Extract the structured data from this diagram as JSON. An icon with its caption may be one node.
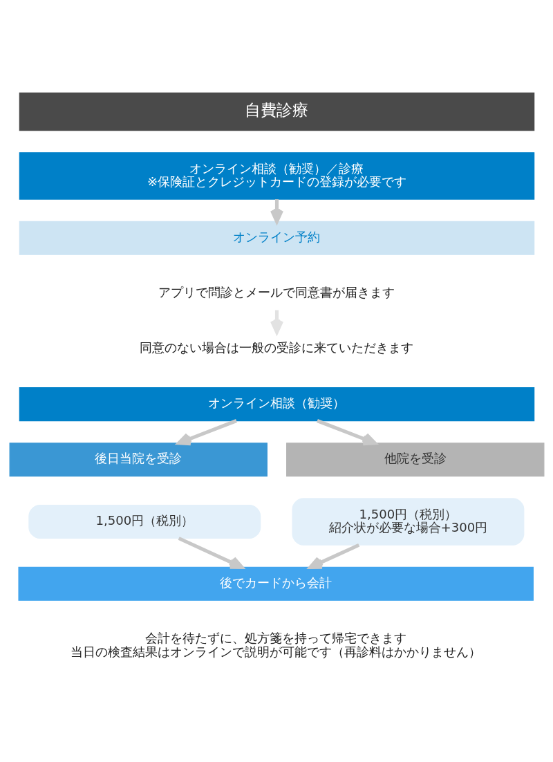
{
  "diagram": {
    "title": "自費診療",
    "nodes": [
      {
        "text": [
          "オンライン相談（勧奨）／診療",
          "※保険証とクレジットカードの登録が必要です"
        ]
      },
      {
        "text": [
          "オンライン予約"
        ]
      },
      {
        "text": [
          "アプリで問診とメールで同意書が届きます"
        ]
      },
      {
        "text": [
          "同意のない場合は一般の受診に来ていただきます"
        ]
      },
      {
        "text": [
          "オンライン相談（勧奨）"
        ]
      },
      {
        "text": [
          "後日当院を受診"
        ]
      },
      {
        "text": [
          "他院を受診"
        ]
      },
      {
        "text": [
          "1,500円（税別）"
        ]
      },
      {
        "text": [
          "1,500円（税別）",
          "紹介状が必要な場合+300円"
        ]
      },
      {
        "text": [
          "後でカードから会計"
        ]
      }
    ],
    "edges": [
      {
        "from": 0,
        "to": 1,
        "arrow": "to"
      },
      {
        "from": 2,
        "to": 3,
        "arrow": "to",
        "color": "#e2e2e2"
      },
      {
        "from": 4,
        "to": 5,
        "arrow": "to"
      },
      {
        "from": 4,
        "to": 6,
        "arrow": "to"
      },
      {
        "from": 7,
        "to": 9,
        "arrow": "to"
      },
      {
        "from": 8,
        "to": 9,
        "arrow": "to"
      }
    ],
    "labels": [
      "会計を待たずに、処方箋を持って帰宅できます",
      "当日の検査結果はオンラインで説明が可能です（再診料はかかりません）"
    ]
  }
}
